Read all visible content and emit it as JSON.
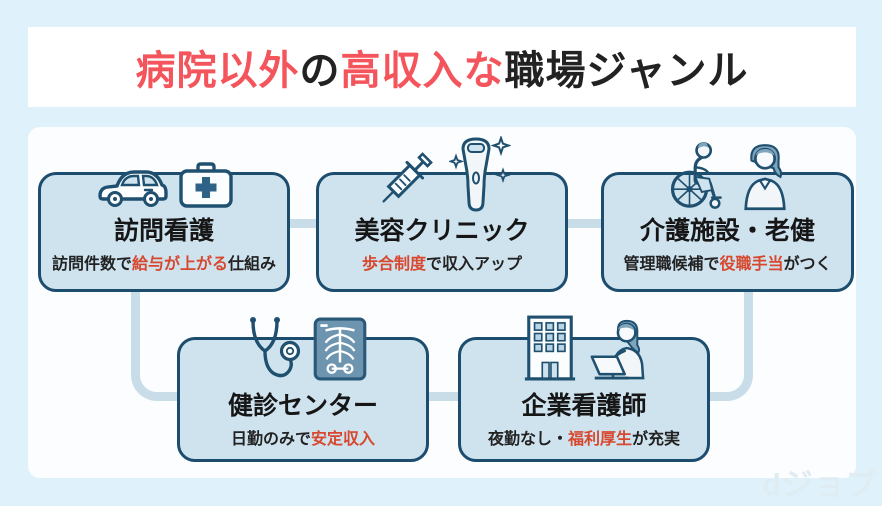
{
  "title": {
    "segments": [
      {
        "text": "病院以外",
        "em": true
      },
      {
        "text": "の",
        "em": false
      },
      {
        "text": "高収入な",
        "em": true
      },
      {
        "text": "職場ジャンル",
        "em": false
      }
    ]
  },
  "cards": [
    {
      "title": "訪問看護",
      "icons": [
        "car-icon",
        "first-aid-kit-icon"
      ],
      "subtitle": [
        {
          "text": "訪問件数で",
          "em": false
        },
        {
          "text": "給与が上がる",
          "em": true
        },
        {
          "text": "仕組み",
          "em": false
        }
      ]
    },
    {
      "title": "美容クリニック",
      "icons": [
        "syringe-icon",
        "beauty-device-icon"
      ],
      "subtitle": [
        {
          "text": "歩合制度",
          "em": true
        },
        {
          "text": "で収入アップ",
          "em": false
        }
      ]
    },
    {
      "title": "介護施設・老健",
      "icons": [
        "wheelchair-user-icon",
        "nurse-icon"
      ],
      "subtitle": [
        {
          "text": "管理職候補で",
          "em": false
        },
        {
          "text": "役職手当",
          "em": true
        },
        {
          "text": "がつく",
          "em": false
        }
      ]
    },
    {
      "title": "健診センター",
      "icons": [
        "stethoscope-icon",
        "xray-icon"
      ],
      "subtitle": [
        {
          "text": "日勤のみで",
          "em": false
        },
        {
          "text": "安定収入",
          "em": true
        }
      ]
    },
    {
      "title": "企業看護師",
      "icons": [
        "office-building-icon",
        "nurse-laptop-icon"
      ],
      "subtitle": [
        {
          "text": "夜勤なし・",
          "em": false
        },
        {
          "text": "福利厚生",
          "em": true
        },
        {
          "text": "が充実",
          "em": false
        }
      ]
    }
  ],
  "logo": {
    "text": "dジョブ"
  },
  "colors": {
    "background": "#dff1fa",
    "panel": "#ffffff",
    "card_fill": "#cfe3ef",
    "card_border": "#1c4c6e",
    "connector": "#c9dde8",
    "title_red": "#f4555c",
    "accent_red": "#d7482e",
    "text_dark": "#222222",
    "logo_color": "#e0ecf2"
  }
}
